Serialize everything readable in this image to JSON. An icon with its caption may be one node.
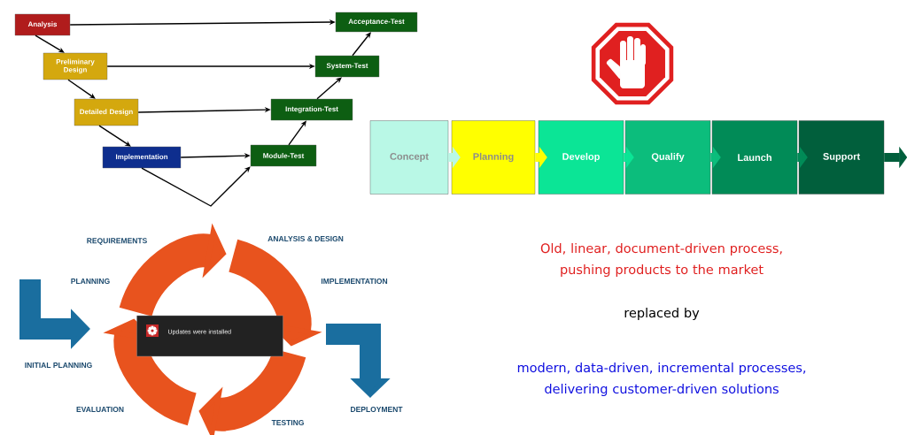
{
  "diagram": {
    "nodes": [
      {
        "text": [
          "Analysis"
        ]
      },
      {
        "text": [
          "Preliminary Design"
        ]
      },
      {
        "text": [
          "Detailed Design"
        ]
      },
      {
        "text": [
          "Implementation"
        ]
      },
      {
        "text": [
          "Module-Test"
        ]
      },
      {
        "text": [
          "Integration-Test"
        ]
      },
      {
        "text": [
          "System-Test"
        ]
      },
      {
        "text": [
          "Acceptance-Test"
        ]
      },
      {
        "text": [
          "Concept"
        ]
      },
      {
        "text": [
          "Planning"
        ]
      },
      {
        "text": [
          "Develop"
        ]
      },
      {
        "text": [
          "Qualify"
        ]
      },
      {
        "text": [
          "Launch"
        ]
      },
      {
        "text": [
          "Support"
        ]
      },
      {
        "text": [
          "Updates were installed"
        ]
      }
    ],
    "edges": [
      {
        "from": 0,
        "to": 1,
        "arrow": "to"
      },
      {
        "from": 1,
        "to": 2,
        "arrow": "to"
      },
      {
        "from": 2,
        "to": 3,
        "arrow": "to"
      },
      {
        "from": 3,
        "to": 4,
        "arrow": "to"
      },
      {
        "from": 4,
        "to": 5,
        "arrow": "to"
      },
      {
        "from": 5,
        "to": 6,
        "arrow": "to"
      },
      {
        "from": 6,
        "to": 7,
        "arrow": "to"
      },
      {
        "from": 0,
        "to": 7,
        "arrow": "to"
      },
      {
        "from": 1,
        "to": 6,
        "arrow": "to"
      },
      {
        "from": 2,
        "to": 5,
        "arrow": "to"
      },
      {
        "from": 3,
        "to": 4,
        "arrow": "to"
      },
      {
        "from": 8,
        "to": 9,
        "arrow": "to",
        "style": "thick",
        "color": "#b9f8e6"
      },
      {
        "from": 9,
        "to": 10,
        "arrow": "to",
        "style": "thick",
        "color": "#ffff00"
      },
      {
        "from": 10,
        "to": 11,
        "arrow": "to",
        "style": "thick",
        "color": "#0be596"
      },
      {
        "from": 11,
        "to": 12,
        "arrow": "to",
        "style": "thick",
        "color": "#0cbd7c"
      },
      {
        "from": 12,
        "to": 13,
        "arrow": "to",
        "style": "thick",
        "color": "#018b57"
      },
      {
        "from": 13,
        "to": null,
        "arrow": "to",
        "style": "thick",
        "color": "#015f3c"
      }
    ],
    "labels": [
      "REQUIREMENTS",
      "ANALYSIS & DESIGN",
      "PLANNING",
      "IMPLEMENTATION",
      "INITIAL PLANNING",
      "EVALUATION",
      "DEPLOYMENT",
      "TESTING",
      "Old, linear, document-driven process, pushing products to the market",
      "replaced by",
      "modern, data-driven, incremental processes, delivering customer-driven solutions"
    ]
  }
}
